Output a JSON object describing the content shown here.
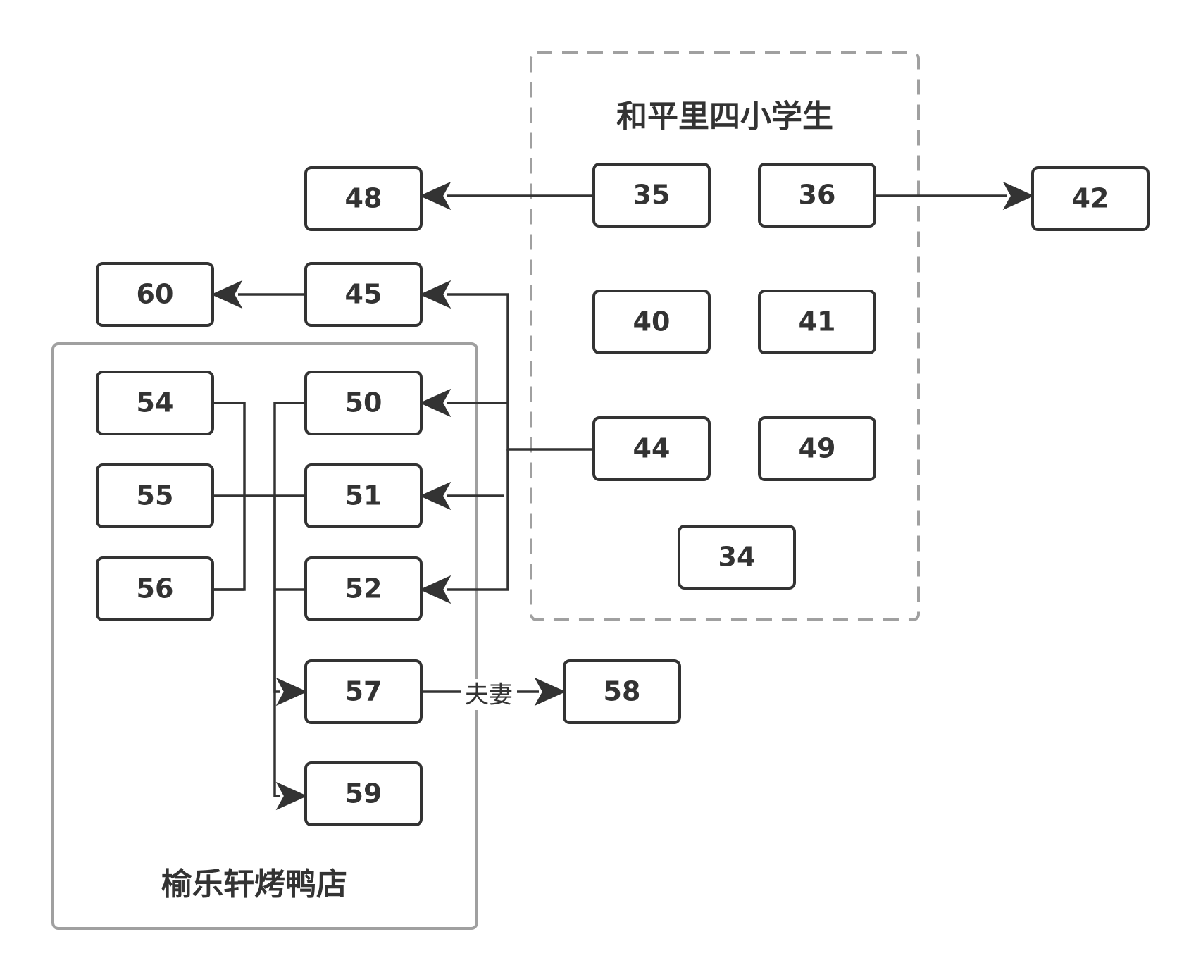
{
  "groups": [
    {
      "id": "school",
      "label": "和平里四小学生",
      "style": "dashed"
    },
    {
      "id": "restaurant",
      "label": "榆乐轩烤鸭店",
      "style": "solid"
    }
  ],
  "nodes": [
    {
      "id": "48",
      "label": "48"
    },
    {
      "id": "35",
      "label": "35"
    },
    {
      "id": "36",
      "label": "36"
    },
    {
      "id": "42",
      "label": "42"
    },
    {
      "id": "60",
      "label": "60"
    },
    {
      "id": "45",
      "label": "45"
    },
    {
      "id": "40",
      "label": "40"
    },
    {
      "id": "41",
      "label": "41"
    },
    {
      "id": "54",
      "label": "54"
    },
    {
      "id": "50",
      "label": "50"
    },
    {
      "id": "44",
      "label": "44"
    },
    {
      "id": "49",
      "label": "49"
    },
    {
      "id": "55",
      "label": "55"
    },
    {
      "id": "51",
      "label": "51"
    },
    {
      "id": "34",
      "label": "34"
    },
    {
      "id": "56",
      "label": "56"
    },
    {
      "id": "52",
      "label": "52"
    },
    {
      "id": "57",
      "label": "57"
    },
    {
      "id": "58",
      "label": "58"
    },
    {
      "id": "59",
      "label": "59"
    }
  ],
  "edges": [
    {
      "from": "35",
      "to": "48",
      "label": ""
    },
    {
      "from": "36",
      "to": "42",
      "label": ""
    },
    {
      "from": "45",
      "to": "60",
      "label": ""
    },
    {
      "from": "44",
      "to": "45",
      "label": ""
    },
    {
      "from": "44",
      "to": "50",
      "label": ""
    },
    {
      "from": "44",
      "to": "51",
      "label": ""
    },
    {
      "from": "44",
      "to": "52",
      "label": ""
    },
    {
      "from": "54",
      "to": "57",
      "label": ""
    },
    {
      "from": "55",
      "to": "57",
      "label": ""
    },
    {
      "from": "56",
      "to": "57",
      "label": ""
    },
    {
      "from": "50",
      "to": "59",
      "label": ""
    },
    {
      "from": "51",
      "to": "59",
      "label": ""
    },
    {
      "from": "52",
      "to": "59",
      "label": ""
    },
    {
      "from": "57",
      "to": "58",
      "label": "夫妻"
    }
  ]
}
